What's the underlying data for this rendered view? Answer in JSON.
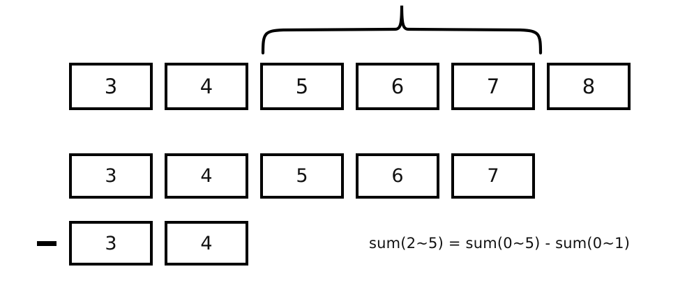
{
  "diagram": {
    "title": "prefix-sum range query illustration",
    "background_color": "#ffffff",
    "stroke_color": "#000000",
    "text_color": "#111111",
    "rows": [
      {
        "name": "full-array-row",
        "cells": [
          "3",
          "4",
          "5",
          "6",
          "7",
          "8"
        ]
      },
      {
        "name": "prefix-upper-row",
        "cells": [
          "3",
          "4",
          "5",
          "6",
          "7"
        ]
      },
      {
        "name": "prefix-lower-row",
        "cells": [
          "3",
          "4"
        ]
      }
    ],
    "brace": {
      "name": "range-brace",
      "spans_cells": [
        "5",
        "6",
        "7"
      ],
      "orientation": "top"
    },
    "operator": {
      "name": "minus-operator",
      "symbol": "−"
    },
    "equation": "sum(2~5) = sum(0~5) - sum(0~1)"
  }
}
